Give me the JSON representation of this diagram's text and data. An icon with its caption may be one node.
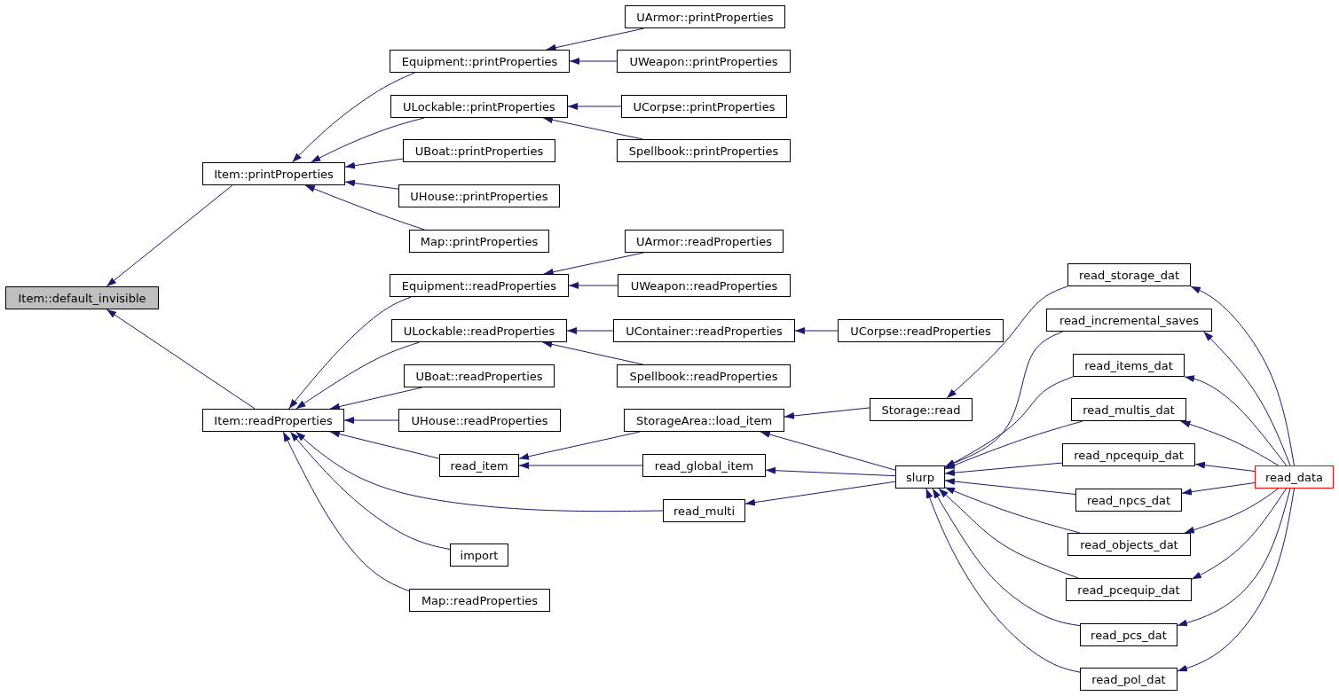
{
  "diagram": {
    "nodes": [
      {
        "text": [
          "Item::default_invisible"
        ]
      },
      {
        "text": [
          "Item::printProperties"
        ]
      },
      {
        "text": [
          "Equipment::printProperties"
        ]
      },
      {
        "text": [
          "ULockable::printProperties"
        ]
      },
      {
        "text": [
          "UBoat::printProperties"
        ]
      },
      {
        "text": [
          "UHouse::printProperties"
        ]
      },
      {
        "text": [
          "Map::printProperties"
        ]
      },
      {
        "text": [
          "UArmor::printProperties"
        ]
      },
      {
        "text": [
          "UWeapon::printProperties"
        ]
      },
      {
        "text": [
          "UCorpse::printProperties"
        ]
      },
      {
        "text": [
          "Spellbook::printProperties"
        ]
      },
      {
        "text": [
          "Item::readProperties"
        ]
      },
      {
        "text": [
          "Equipment::readProperties"
        ]
      },
      {
        "text": [
          "ULockable::readProperties"
        ]
      },
      {
        "text": [
          "UBoat::readProperties"
        ]
      },
      {
        "text": [
          "UHouse::readProperties"
        ]
      },
      {
        "text": [
          "read_item"
        ]
      },
      {
        "text": [
          "import"
        ]
      },
      {
        "text": [
          "Map::readProperties"
        ]
      },
      {
        "text": [
          "UArmor::readProperties"
        ]
      },
      {
        "text": [
          "UWeapon::readProperties"
        ]
      },
      {
        "text": [
          "UContainer::readProperties"
        ]
      },
      {
        "text": [
          "Spellbook::readProperties"
        ]
      },
      {
        "text": [
          "StorageArea::load_item"
        ]
      },
      {
        "text": [
          "read_global_item"
        ]
      },
      {
        "text": [
          "read_multi"
        ]
      },
      {
        "text": [
          "UCorpse::readProperties"
        ]
      },
      {
        "text": [
          "Storage::read"
        ]
      },
      {
        "text": [
          "slurp"
        ]
      },
      {
        "text": [
          "read_storage_dat"
        ]
      },
      {
        "text": [
          "read_incremental_saves"
        ]
      },
      {
        "text": [
          "read_items_dat"
        ]
      },
      {
        "text": [
          "read_multis_dat"
        ]
      },
      {
        "text": [
          "read_npcequip_dat"
        ]
      },
      {
        "text": [
          "read_npcs_dat"
        ]
      },
      {
        "text": [
          "read_objects_dat"
        ]
      },
      {
        "text": [
          "read_pcequip_dat"
        ]
      },
      {
        "text": [
          "read_pcs_dat"
        ]
      },
      {
        "text": [
          "read_pol_dat"
        ]
      },
      {
        "text": [
          "read_data"
        ]
      }
    ],
    "edges": [
      {
        "from": 1,
        "to": 0,
        "arrow": "to"
      },
      {
        "from": 11,
        "to": 0,
        "arrow": "to"
      },
      {
        "from": 2,
        "to": 1,
        "arrow": "to"
      },
      {
        "from": 3,
        "to": 1,
        "arrow": "to"
      },
      {
        "from": 4,
        "to": 1,
        "arrow": "to"
      },
      {
        "from": 5,
        "to": 1,
        "arrow": "to"
      },
      {
        "from": 6,
        "to": 1,
        "arrow": "to"
      },
      {
        "from": 7,
        "to": 2,
        "arrow": "to"
      },
      {
        "from": 8,
        "to": 2,
        "arrow": "to"
      },
      {
        "from": 9,
        "to": 3,
        "arrow": "to"
      },
      {
        "from": 10,
        "to": 3,
        "arrow": "to"
      },
      {
        "from": 12,
        "to": 11,
        "arrow": "to"
      },
      {
        "from": 13,
        "to": 11,
        "arrow": "to"
      },
      {
        "from": 14,
        "to": 11,
        "arrow": "to"
      },
      {
        "from": 15,
        "to": 11,
        "arrow": "to"
      },
      {
        "from": 16,
        "to": 11,
        "arrow": "to"
      },
      {
        "from": 25,
        "to": 11,
        "arrow": "to"
      },
      {
        "from": 17,
        "to": 11,
        "arrow": "to"
      },
      {
        "from": 18,
        "to": 11,
        "arrow": "to"
      },
      {
        "from": 19,
        "to": 12,
        "arrow": "to"
      },
      {
        "from": 20,
        "to": 12,
        "arrow": "to"
      },
      {
        "from": 21,
        "to": 13,
        "arrow": "to"
      },
      {
        "from": 22,
        "to": 13,
        "arrow": "to"
      },
      {
        "from": 26,
        "to": 21,
        "arrow": "to"
      },
      {
        "from": 23,
        "to": 16,
        "arrow": "to"
      },
      {
        "from": 24,
        "to": 16,
        "arrow": "to"
      },
      {
        "from": 27,
        "to": 23,
        "arrow": "to"
      },
      {
        "from": 28,
        "to": 23,
        "arrow": "to"
      },
      {
        "from": 28,
        "to": 24,
        "arrow": "to"
      },
      {
        "from": 28,
        "to": 25,
        "arrow": "to"
      },
      {
        "from": 29,
        "to": 27,
        "arrow": "to"
      },
      {
        "from": 30,
        "to": 28,
        "arrow": "to"
      },
      {
        "from": 31,
        "to": 28,
        "arrow": "to"
      },
      {
        "from": 32,
        "to": 28,
        "arrow": "to"
      },
      {
        "from": 33,
        "to": 28,
        "arrow": "to"
      },
      {
        "from": 34,
        "to": 28,
        "arrow": "to"
      },
      {
        "from": 35,
        "to": 28,
        "arrow": "to"
      },
      {
        "from": 36,
        "to": 28,
        "arrow": "to"
      },
      {
        "from": 37,
        "to": 28,
        "arrow": "to"
      },
      {
        "from": 38,
        "to": 28,
        "arrow": "to"
      },
      {
        "from": 39,
        "to": 29,
        "arrow": "to"
      },
      {
        "from": 39,
        "to": 30,
        "arrow": "to"
      },
      {
        "from": 39,
        "to": 31,
        "arrow": "to"
      },
      {
        "from": 39,
        "to": 32,
        "arrow": "to"
      },
      {
        "from": 39,
        "to": 33,
        "arrow": "to"
      },
      {
        "from": 39,
        "to": 34,
        "arrow": "to"
      },
      {
        "from": 39,
        "to": 35,
        "arrow": "to"
      },
      {
        "from": 39,
        "to": 36,
        "arrow": "to"
      },
      {
        "from": 39,
        "to": 37,
        "arrow": "to"
      },
      {
        "from": 39,
        "to": 38,
        "arrow": "to"
      }
    ]
  }
}
